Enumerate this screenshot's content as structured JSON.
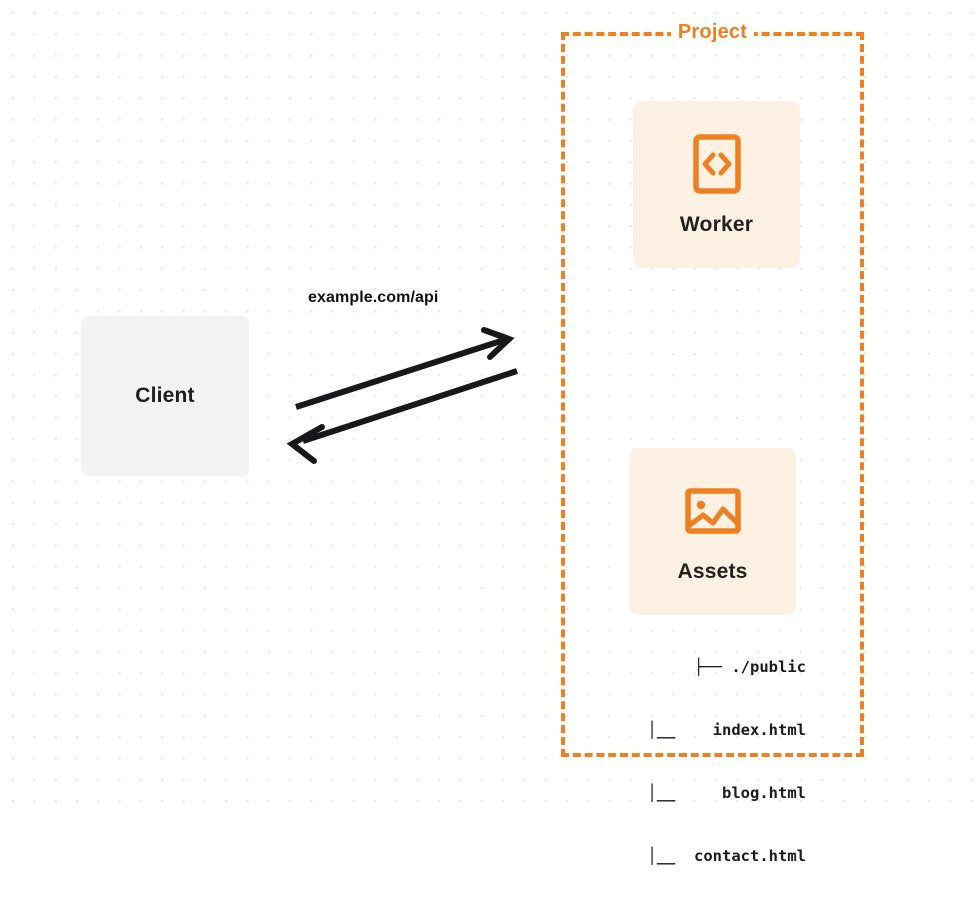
{
  "diagram": {
    "title": "Client to Project (Worker + Assets) request flow",
    "colors": {
      "accent_orange": "#ef8022",
      "card_cream": "#fdf1e3",
      "client_gray": "#f2f3f5",
      "text_dark": "#1d1d1f",
      "arrow_black": "#18181b",
      "dot_grid": "#e9e9ec",
      "page_background": "#ffffff"
    },
    "client": {
      "label": "Client",
      "shape": "rounded-rectangle"
    },
    "connection": {
      "label": "example.com/api",
      "direction": "bidirectional",
      "outbound_arrow": {
        "from": "Client",
        "to": "Project",
        "points_to": "right"
      },
      "inbound_arrow": {
        "from": "Project",
        "to": "Client",
        "points_to": "left"
      }
    },
    "project": {
      "label": "Project",
      "border_style": "dashed",
      "cards": [
        {
          "label": "Worker",
          "icon": "code-brackets-icon"
        },
        {
          "label": "Assets",
          "icon": "image-icon"
        }
      ],
      "file_tree": {
        "lines": [
          "├── ./public",
          "│__    index.html",
          "│__     blog.html",
          "│__  contact.html"
        ],
        "root": "./public",
        "files": [
          "index.html",
          "blog.html",
          "contact.html"
        ]
      }
    }
  }
}
